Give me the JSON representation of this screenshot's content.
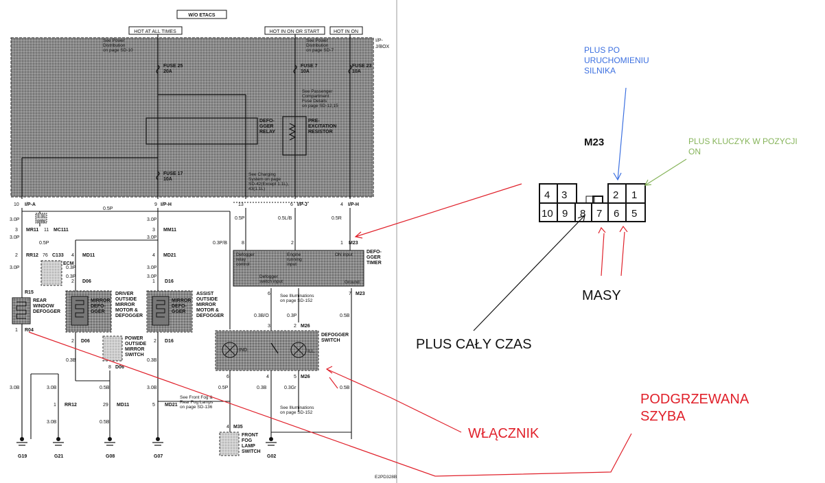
{
  "diagram": {
    "title": "W/O ETACS",
    "headers": [
      "HOT AT ALL TIMES",
      "HOT IN ON OR START",
      "HOT IN ON"
    ],
    "box_label": "I/P-\nJ/BOX",
    "refs": {
      "power1": "See Power\nDistribution\non page SD-10",
      "power2": "See Power\nDistribution\non page SD-7",
      "passenger": "See Passenger\nCompartment\nFuse Details\non page SD-12,15",
      "charging": "See Charging\nSystem on page\nSD-42(Except 1.1L),\n43(1.1L)",
      "illum1": "See Illuminations\non page SD-152",
      "illum2": "See Illuminations\non page SD-152",
      "fog": "See Front Fog &\nRear Fog Lamps\non page SD-136"
    },
    "fuses": [
      {
        "name": "FUSE 25",
        "rating": "20A"
      },
      {
        "name": "FUSE 7",
        "rating": "10A"
      },
      {
        "name": "FUSE 23",
        "rating": "10A"
      },
      {
        "name": "FUSE 17",
        "rating": "10A"
      }
    ],
    "relay_label": "DEFO-\nGGER\nRELAY",
    "resistor_label": "PRE-\nEXCITATION\nRESISTOR",
    "conn_row": {
      "ipa": "I/P-A",
      "ipa_pin": "10",
      "iph": "I/P-H",
      "iph_pin": "9",
      "ipj": "I/P-J",
      "ipj_pin1": "13",
      "ipj_pin2": "6",
      "iph2": "I/P-H",
      "iph2_pin": "4"
    },
    "wires": {
      "w_05p_top": "0.5P",
      "w_30p_a": "3.0P",
      "w_30p_b": "3.0P",
      "w_30p_c": "3.0P",
      "w_30p_d": "3.0P",
      "w_30p_e": "3.0P",
      "w_30p_f": "3.0P",
      "w_30p_g": "3.0P",
      "w_05p_b": "0.5P",
      "w_05lb": "0.5L/B",
      "w_05r": "0.5R",
      "w_03pb": "0.3P/B",
      "w_05p_c": "0.5P",
      "w_03p_a": "0.3P",
      "w_03p_b": "0.3P",
      "w_03bo": "0.3B/O",
      "w_03p_c": "0.3P",
      "w_05b": "0.5B",
      "w_30b_a": "3.0B",
      "w_30b_b": "3.0B",
      "w_30b_c": "3.0B",
      "w_30b_d": "3.0B",
      "w_05b_a": "0.5B",
      "w_05b_b": "0.5B",
      "w_03b_a": "0.3B",
      "w_03b_b": "0.3B",
      "w_05p_d": "0.5P",
      "w_03b_c": "0.3B",
      "w_03gr": "0.3Gr",
      "w_05b_c": "0.5B"
    },
    "connectors": {
      "mr11": "MR11",
      "mc111": "MC111",
      "mm11": "MM11",
      "rr12a": "RR12",
      "md21a": "MD21",
      "md11a": "MD11",
      "c133": "C133",
      "d06a": "D06",
      "d16a": "D16",
      "r15": "R15",
      "r04": "R04",
      "d06b": "D06",
      "d16b": "D16",
      "d06c": "D06",
      "rr12b": "RR12",
      "md11b": "MD11",
      "md21b": "MD21",
      "m23a": "M23",
      "m23b": "M23",
      "m26a": "M26",
      "m26b": "M26",
      "m35": "M35",
      "only": "1.1L\nonly"
    },
    "pins": {
      "p3a": "3",
      "p11a": "11",
      "p76": "76",
      "p3b": "3",
      "p2a": "2",
      "p2b": "2",
      "p4a": "4",
      "p4b": "4",
      "p1a": "1",
      "p2c": "2",
      "p8a": "8",
      "p2d": "2",
      "p1b": "1",
      "p6a": "6",
      "p7a": "7",
      "p3c": "3",
      "p2e": "2",
      "p6b": "6",
      "p4c": "4",
      "p5a": "5",
      "p1c": "1",
      "p29": "29",
      "p5b": "5",
      "p4d": "4",
      "p8b": "8",
      "p1d": "1"
    },
    "components": {
      "ecm": "ECM",
      "rear_defogger": "REAR\nWINDOW\nDEFOGGER",
      "driver_mirror": "DRIVER\nOUTSIDE\nMIRROR\nMOTOR &\nDEFOGGER",
      "mirror_defogger": "MIRROR\nDEFO-\nGGER",
      "assist_mirror": "ASSIST\nOUTSIDE\nMIRROR\nMOTOR &\nDEFOGGER",
      "mirror_defogger2": "MIRROR\nDEFO-\nGGER",
      "power_mirror_switch": "POWER\nOUTSIDE\nMIRROR\nSWITCH",
      "timer": "DEFO-\nGGER\nTIMER",
      "timer_in1": "Defogger\nrelay\ncontrol",
      "timer_in2": "Engine\nrunning\ninput",
      "timer_in3": "ON input",
      "timer_in4": "Defogger\nswitch input",
      "timer_in5": "Ground",
      "switch": "DEFOGGER\nSWITCH",
      "ind": "IND.",
      "ill": "ILL.",
      "fog_switch": "FRONT\nFOG\nLAMP\nSWITCH"
    },
    "grounds": [
      "G19",
      "G21",
      "G08",
      "G07",
      "G02"
    ],
    "code": "E2PD328B"
  },
  "connector_view": {
    "title": "M23",
    "pins_top": [
      "4",
      "3",
      "2",
      "1"
    ],
    "pins_bottom": [
      "10",
      "9",
      "8",
      "7",
      "6",
      "5"
    ]
  },
  "annotations": {
    "plus_after_start": "PLUS PO\nURUCHOMIENIU\nSILNIKA",
    "plus_key_on": "PLUS KLUCZYK W POZYCJI\nON",
    "masy": "MASY",
    "plus_always": "PLUS CAŁY CZAS",
    "switch_label": "WŁĄCZNIK",
    "heated_glass": "PODGRZEWANA\nSZYBA",
    "colors": {
      "blue": "#3b6fe0",
      "green": "#86b45a",
      "red": "#e0202a",
      "black": "#000000"
    }
  }
}
